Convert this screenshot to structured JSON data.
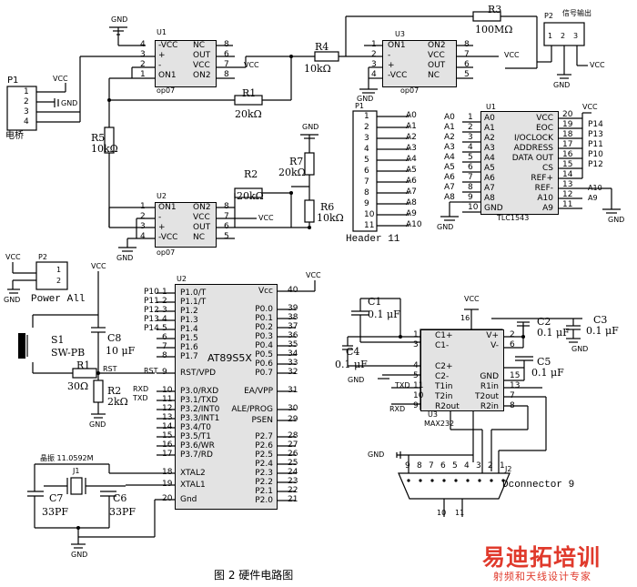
{
  "caption": "图 2 硬件电路图",
  "watermark": {
    "brand": "易迪拓培训",
    "tagline": "射频和天线设计专家",
    "color": "#e03a2c"
  },
  "net": {
    "gnd": "GND",
    "vcc": "VCC"
  },
  "p1_bridge": {
    "ref": "P1",
    "name": "电桥",
    "pins": [
      "1",
      "2",
      "3",
      "4"
    ]
  },
  "u1_amp": {
    "ref": "U1",
    "part": "op07",
    "left_pins": [
      "4",
      "3",
      "2",
      "1"
    ],
    "left_names": [
      "-VCC",
      "+",
      "-",
      "ON1"
    ],
    "right_names": [
      "NC",
      "OUT",
      "VCC",
      "ON2"
    ],
    "right_pins": [
      "8",
      "6",
      "7",
      "8"
    ]
  },
  "u2_amp": {
    "ref": "U2",
    "part": "op07",
    "left_pins": [
      "1",
      "2",
      "3",
      "4"
    ],
    "left_names": [
      "ON1",
      "-",
      "+",
      "-VCC"
    ],
    "right_names": [
      "ON2",
      "VCC",
      "OUT",
      "NC"
    ],
    "right_pins": [
      "8",
      "7",
      "6",
      "5"
    ]
  },
  "u3_amp": {
    "ref": "U3",
    "part": "op07",
    "left_pins": [
      "1",
      "2",
      "3",
      "4"
    ],
    "left_names": [
      "ON1",
      "-",
      "+",
      "-VCC"
    ],
    "right_names": [
      "ON2",
      "VCC",
      "OUT",
      "NC"
    ],
    "right_pins": [
      "8",
      "7",
      "6",
      "5"
    ]
  },
  "resistors": {
    "r1": {
      "ref": "R1",
      "value": "20kΩ"
    },
    "r2": {
      "ref": "R2",
      "value": "20kΩ"
    },
    "r3": {
      "ref": "R3",
      "value": "100MΩ"
    },
    "r4": {
      "ref": "R4",
      "value": "10kΩ"
    },
    "r5": {
      "ref": "R5",
      "value": "10kΩ"
    },
    "r6": {
      "ref": "R6",
      "value": "10kΩ"
    },
    "r7": {
      "ref": "R7",
      "value": "20kΩ"
    }
  },
  "p2_signal": {
    "ref": "P2",
    "name": "信号输出",
    "pins": [
      "1",
      "2",
      "3"
    ]
  },
  "header": {
    "ref": "P1",
    "name": "Header 11",
    "pins": [
      "1",
      "2",
      "3",
      "4",
      "5",
      "6",
      "7",
      "8",
      "9",
      "10",
      "11"
    ],
    "nets": [
      "A0",
      "A1",
      "A2",
      "A3",
      "A4",
      "A5",
      "A6",
      "A7",
      "A8",
      "A9",
      "A10"
    ]
  },
  "adc": {
    "ref": "U1",
    "part": "TLC1543",
    "left_nets": [
      "A0",
      "A1",
      "A2",
      "A3",
      "A4",
      "A5",
      "A6",
      "A7",
      "A8"
    ],
    "left_pins": [
      "1",
      "2",
      "3",
      "4",
      "5",
      "6",
      "7",
      "8",
      "9",
      "10"
    ],
    "left_names": [
      "A0",
      "A1",
      "A2",
      "A3",
      "A4",
      "A5",
      "A6",
      "A7",
      "A8",
      "GND"
    ],
    "right_names": [
      "VCC",
      "EOC",
      "I/OCLOCK",
      "ADDRESS",
      "DATA OUT",
      "CS",
      "REF+",
      "REF-",
      "A10",
      "A9"
    ],
    "right_pins": [
      "20",
      "19",
      "18",
      "17",
      "16",
      "15",
      "14",
      "13",
      "12",
      "11"
    ],
    "right_nets": [
      "P14",
      "P13",
      "P11",
      "P10",
      "P12",
      "A10",
      "A9"
    ]
  },
  "power": {
    "ref": "P2",
    "name": "Power All",
    "pins": [
      "1",
      "2"
    ]
  },
  "reset": {
    "switch_ref": "S1",
    "switch_part": "SW-PB",
    "c8_ref": "C8",
    "c8_value": "10 μF",
    "r1_ref": "R1",
    "r1_value": "30Ω",
    "r2_ref": "R2",
    "r2_value": "2kΩ",
    "rst": "RST"
  },
  "mcu": {
    "ref": "U2",
    "part": "AT89S5X",
    "left_pins": [
      "1",
      "2",
      "3",
      "4",
      "5",
      "6",
      "7",
      "8",
      "9",
      "10",
      "11",
      "12",
      "13",
      "14",
      "15",
      "16",
      "17",
      "18",
      "19",
      "20"
    ],
    "left_names": [
      "P1.0/T",
      "P1.1/T",
      "P1.2",
      "P1.3",
      "P1.4",
      "P1.5",
      "P1.6",
      "P1.7",
      "RST/VPD",
      "P3.0/RXD",
      "P3.1/TXD",
      "P3.2/INT0",
      "P3.3/INT1",
      "P3.4/T0",
      "P3.5/T1",
      "P3.6/WR",
      "P3.7/RD",
      "XTAL2",
      "XTAL1",
      "Gnd"
    ],
    "left_nets": [
      "P10",
      "P11",
      "P12",
      "P13",
      "P14",
      "",
      "",
      "",
      "RST",
      "RXD",
      "TXD"
    ],
    "right_names": [
      "Vcc",
      "P0.0",
      "P0.1",
      "P0.2",
      "P0.3",
      "P0.4",
      "P0.5",
      "P0.6",
      "P0.7",
      "EA/VPP",
      "ALE/PROG",
      "PSEN",
      "P2.7",
      "P2.6",
      "P2.5",
      "P2.4",
      "P2.3",
      "P2.2",
      "P2.1",
      "P2.0"
    ],
    "right_pins": [
      "40",
      "39",
      "38",
      "37",
      "36",
      "35",
      "34",
      "33",
      "32",
      "31",
      "30",
      "29",
      "28",
      "27",
      "26",
      "25",
      "24",
      "23",
      "22",
      "21"
    ]
  },
  "crystal": {
    "label": "晶振 11.0592M",
    "ref": "J1",
    "c7_ref": "C7",
    "c7_value": "33PF",
    "c6_ref": "C6",
    "c6_value": "33PF"
  },
  "max232": {
    "ref": "U3",
    "part": "MAX232",
    "left_names": [
      "C1+",
      "C1-",
      "C2+",
      "C2-",
      "T1in",
      "T2in",
      "R2out"
    ],
    "left_pins": [
      "1",
      "3",
      "4",
      "5",
      "11",
      "10",
      "9"
    ],
    "right_names": [
      "V+",
      "V-",
      "GND",
      "R1in",
      "T2out",
      "R2in"
    ],
    "right_pins": [
      "2",
      "6",
      "15",
      "13",
      "7",
      "8"
    ],
    "vcc_pin": "16",
    "vcc": "VCC",
    "txd": "TXD",
    "rxd": "RXD",
    "c1_ref": "C1",
    "c1_value": "0.1 μF",
    "c2_ref": "C2",
    "c2_value": "0.1 μF",
    "c3_ref": "C3",
    "c3_value": "0.1 μF",
    "c4_ref": "C4",
    "c4_value": "0.1 μF",
    "c5_ref": "C5",
    "c5_value": "0.1 μF"
  },
  "db9": {
    "ref": "J2",
    "name": "Dconnector 9",
    "top_pins": [
      "9",
      "8",
      "7",
      "6",
      "5",
      "4",
      "3",
      "2",
      "1"
    ],
    "bottom_pins": [
      "10",
      "11"
    ]
  }
}
